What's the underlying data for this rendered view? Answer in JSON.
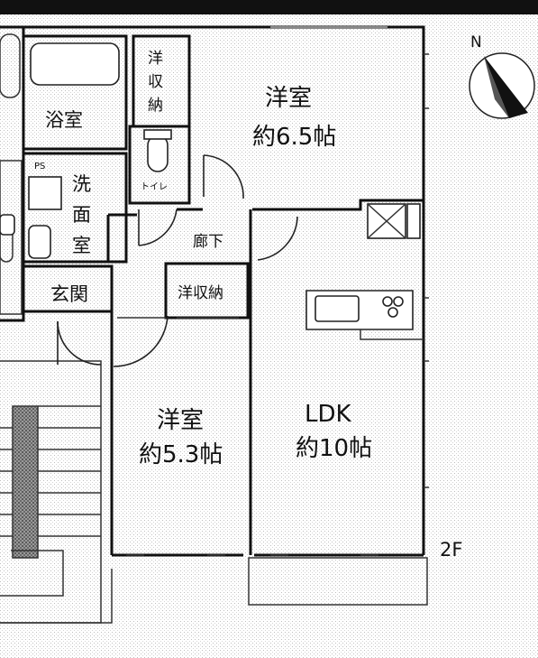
{
  "floor_label": "2F",
  "compass": {
    "north_letter": "N"
  },
  "rooms": {
    "western_room_upper": {
      "name": "洋室",
      "size": "約6.5帖"
    },
    "western_room_lower": {
      "name": "洋室",
      "size": "約5.3帖"
    },
    "ldk": {
      "name": "LDK",
      "size": "約10帖"
    },
    "bathroom": {
      "name": "浴室"
    },
    "washroom": {
      "name": "洗面室"
    },
    "toilet": {
      "name": "トイレ"
    },
    "entrance": {
      "name": "玄関"
    },
    "hallway": {
      "name": "廊下"
    },
    "closet_small": {
      "name": "洋収納"
    },
    "closet_hall": {
      "name": "洋収納"
    }
  },
  "ps_label": "PS"
}
